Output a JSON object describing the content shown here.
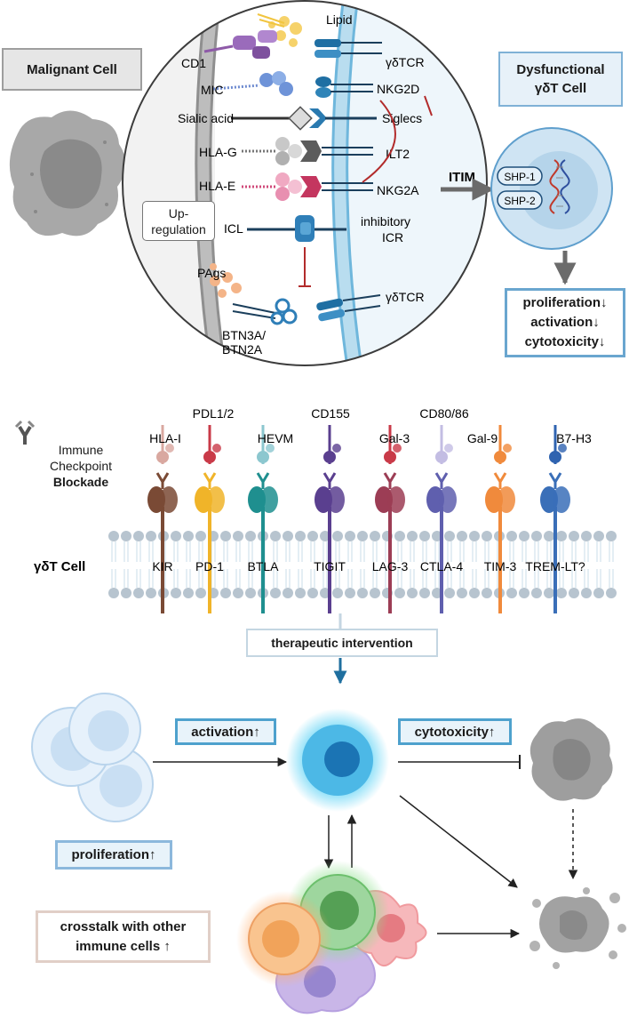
{
  "top_panel": {
    "malignant_cell_label": "Malignant Cell",
    "dysfunctional_label_line1": "Dysfunctional",
    "dysfunctional_label_line2": "γδT Cell",
    "lipid": "Lipid",
    "cd1": "CD1",
    "gdtcr_top": "γδTCR",
    "mic": "MIC",
    "nkg2d": "NKG2D",
    "sialic_acid": "Sialic acid",
    "siglecs": "Siglecs",
    "hlag": "HLA-G",
    "ilt2": "ILT2",
    "hlae": "HLA-E",
    "nkg2a": "NKG2A",
    "itim": "ITIM",
    "shp1": "SHP-1",
    "shp2": "SHP-2",
    "upregulation_line1": "Up-",
    "upregulation_line2": "regulation",
    "icl": "ICL",
    "inhibitory_icr_line1": "inhibitory",
    "inhibitory_icr_line2": "ICR",
    "pags": "PAgs",
    "gdtcr_bottom": "γδTCR",
    "btn_line1": "BTN3A/",
    "btn_line2": "BTN2A",
    "effects": [
      "proliferation↓",
      "activation↓",
      "cytotoxicity↓"
    ]
  },
  "middle_panel": {
    "blockade_line1": "Immune",
    "blockade_line2": "Checkpoint",
    "blockade_line3": "Blockade",
    "cell_label": "γδT Cell",
    "ligands": [
      "HLA-I",
      "PDL1/2",
      "HEVM",
      "CD155",
      "Gal-3",
      "CD80/86",
      "Gal-9",
      "B7-H3"
    ],
    "receptors": [
      "KIR",
      "PD-1",
      "BTLA",
      "TIGIT",
      "LAG-3",
      "CTLA-4",
      "TIM-3",
      "TREM-LT?"
    ],
    "receptor_colors": [
      "#7a4a35",
      "#f0b429",
      "#1f8f8f",
      "#5a3f8f",
      "#9c3d55",
      "#5f5fae",
      "#f08a3c",
      "#3a6fb8"
    ]
  },
  "bottom_panel": {
    "therapeutic": "therapeutic intervention",
    "activation": "activation↑",
    "cytotoxicity": "cytotoxicity↑",
    "proliferation": "proliferation↑",
    "crosstalk_line1": "crosstalk with other",
    "crosstalk_line2": "immune cells ↑"
  }
}
